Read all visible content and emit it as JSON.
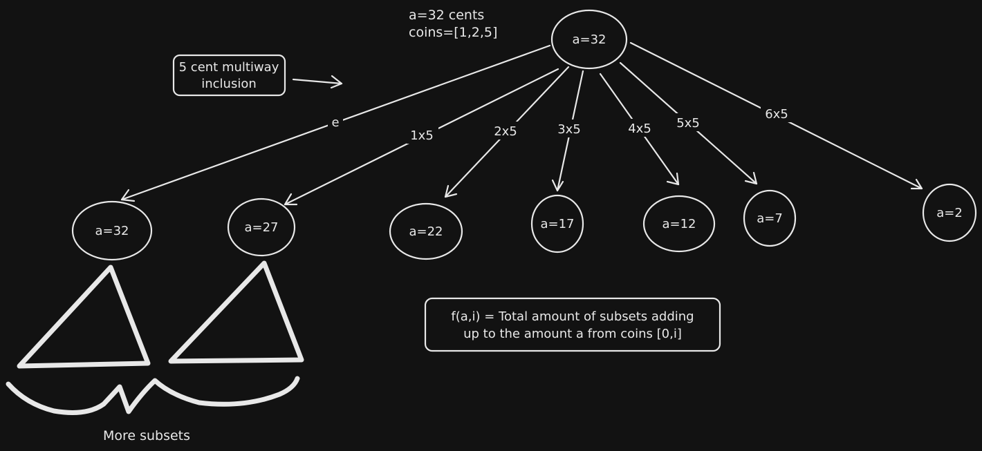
{
  "header": {
    "amount_line": "a=32 cents",
    "coins_line": "coins=[1,2,5]"
  },
  "root": {
    "label": "a=32"
  },
  "multiway_note": {
    "line1": "5 cent multiway",
    "line2": "inclusion"
  },
  "edges": [
    {
      "label": "e"
    },
    {
      "label": "1x5"
    },
    {
      "label": "2x5"
    },
    {
      "label": "3x5"
    },
    {
      "label": "4x5"
    },
    {
      "label": "5x5"
    },
    {
      "label": "6x5"
    }
  ],
  "children": [
    {
      "label": "a=32"
    },
    {
      "label": "a=27"
    },
    {
      "label": "a=22"
    },
    {
      "label": "a=17"
    },
    {
      "label": "a=12"
    },
    {
      "label": "a=7"
    },
    {
      "label": "a=2"
    }
  ],
  "definition": {
    "line1": "f(a,i) = Total amount of subsets adding",
    "line2": "up to the amount a from coins [0,i]"
  },
  "subtrees_caption": "More subsets",
  "colors": {
    "background": "#121212",
    "stroke": "#e8e8e8"
  }
}
